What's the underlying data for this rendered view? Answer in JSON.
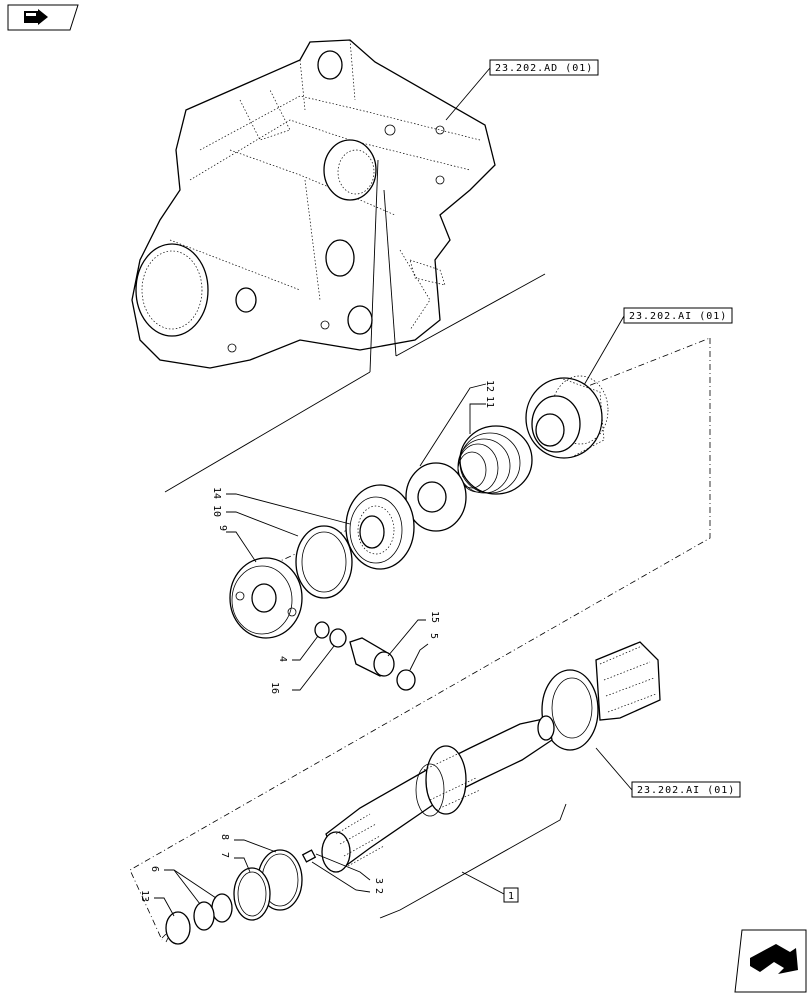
{
  "references": {
    "top": "23.202.AD (01)",
    "mid": "23.202.AI (01)",
    "lower": "23.202.AI (01)",
    "assembly": "1"
  },
  "parts": {
    "p2": "2",
    "p3": "3",
    "p4": "4",
    "p5": "5",
    "p6": "6",
    "p7": "7",
    "p8": "8",
    "p9": "9",
    "p10": "10",
    "p11": "11",
    "p12": "12",
    "p13": "13",
    "p14": "14",
    "p15": "15",
    "p16": "16"
  },
  "icons": {
    "top_left": "folder-arrow-icon",
    "bottom_right": "next-page-arrow-icon"
  }
}
